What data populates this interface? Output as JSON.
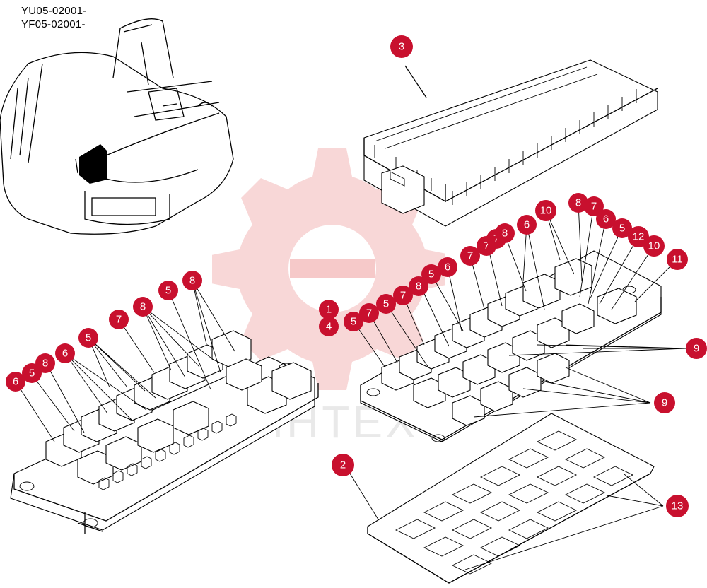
{
  "serial_ranges": [
    "YU05-02001-",
    "YF05-02001-"
  ],
  "watermark": {
    "text": "ИНТЕХ",
    "color": "#f4b6b6"
  },
  "callout_color": "#c8102e",
  "callouts": {
    "top_cover": "3",
    "base_plate": "2",
    "connector_13": "13",
    "left_box": [
      "6",
      "5",
      "8",
      "6",
      "5",
      "7",
      "8",
      "5",
      "8"
    ],
    "right_box": [
      "1",
      "4",
      "5",
      "7",
      "5",
      "7",
      "8",
      "5",
      "6",
      "7",
      "7",
      "7",
      "8",
      "6",
      "10",
      "8",
      "7",
      "6",
      "5",
      "12",
      "10",
      "11",
      "9",
      "9"
    ]
  }
}
